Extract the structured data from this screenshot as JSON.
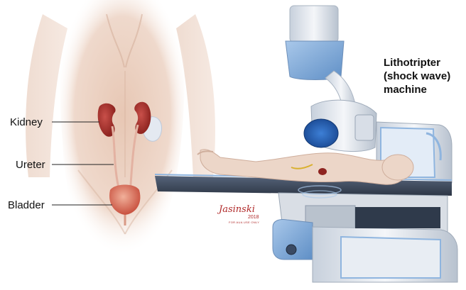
{
  "labels": {
    "kidney": "Kidney",
    "ureter": "Ureter",
    "bladder": "Bladder"
  },
  "machine_label": [
    "Lithotripter",
    "(shock wave)",
    "machine"
  ],
  "signature": {
    "name": "Jasinski",
    "year": "2018",
    "note": "FOR AUA USE ONLY"
  },
  "colors": {
    "skin": "#e9ccbb",
    "kidney": "#a8302a",
    "machine_blue": "#8fb5df",
    "machine_body": "#eef1f5",
    "table": "#3e4a5c"
  }
}
